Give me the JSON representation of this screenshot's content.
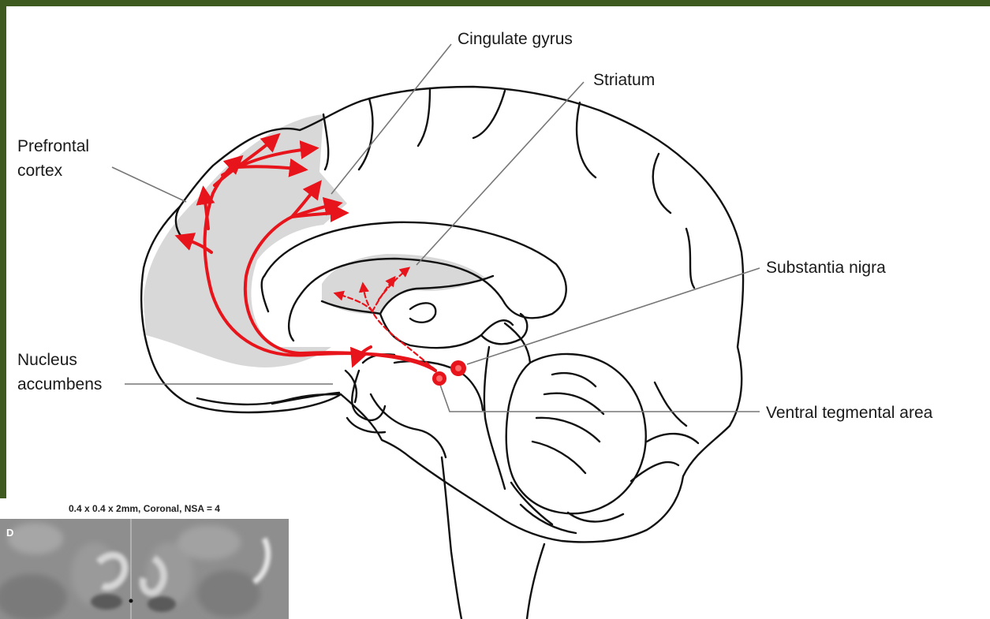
{
  "labels": {
    "cingulate_gyrus": "Cingulate gyrus",
    "striatum": "Striatum",
    "prefrontal_line1": "Prefrontal",
    "prefrontal_line2": "cortex",
    "substantia_nigra": "Substantia nigra",
    "nucleus_line1": "Nucleus",
    "nucleus_line2": "accumbens",
    "vta": "Ventral tegmental area"
  },
  "inset": {
    "title": "0.4 x 0.4 x 2mm, Coronal, NSA = 4",
    "panel_letter": "D"
  },
  "colors": {
    "frame": "#3f5a1e",
    "pathway": "#e8141b",
    "shaded_region": "#d8d8d8",
    "outline": "#111111"
  }
}
